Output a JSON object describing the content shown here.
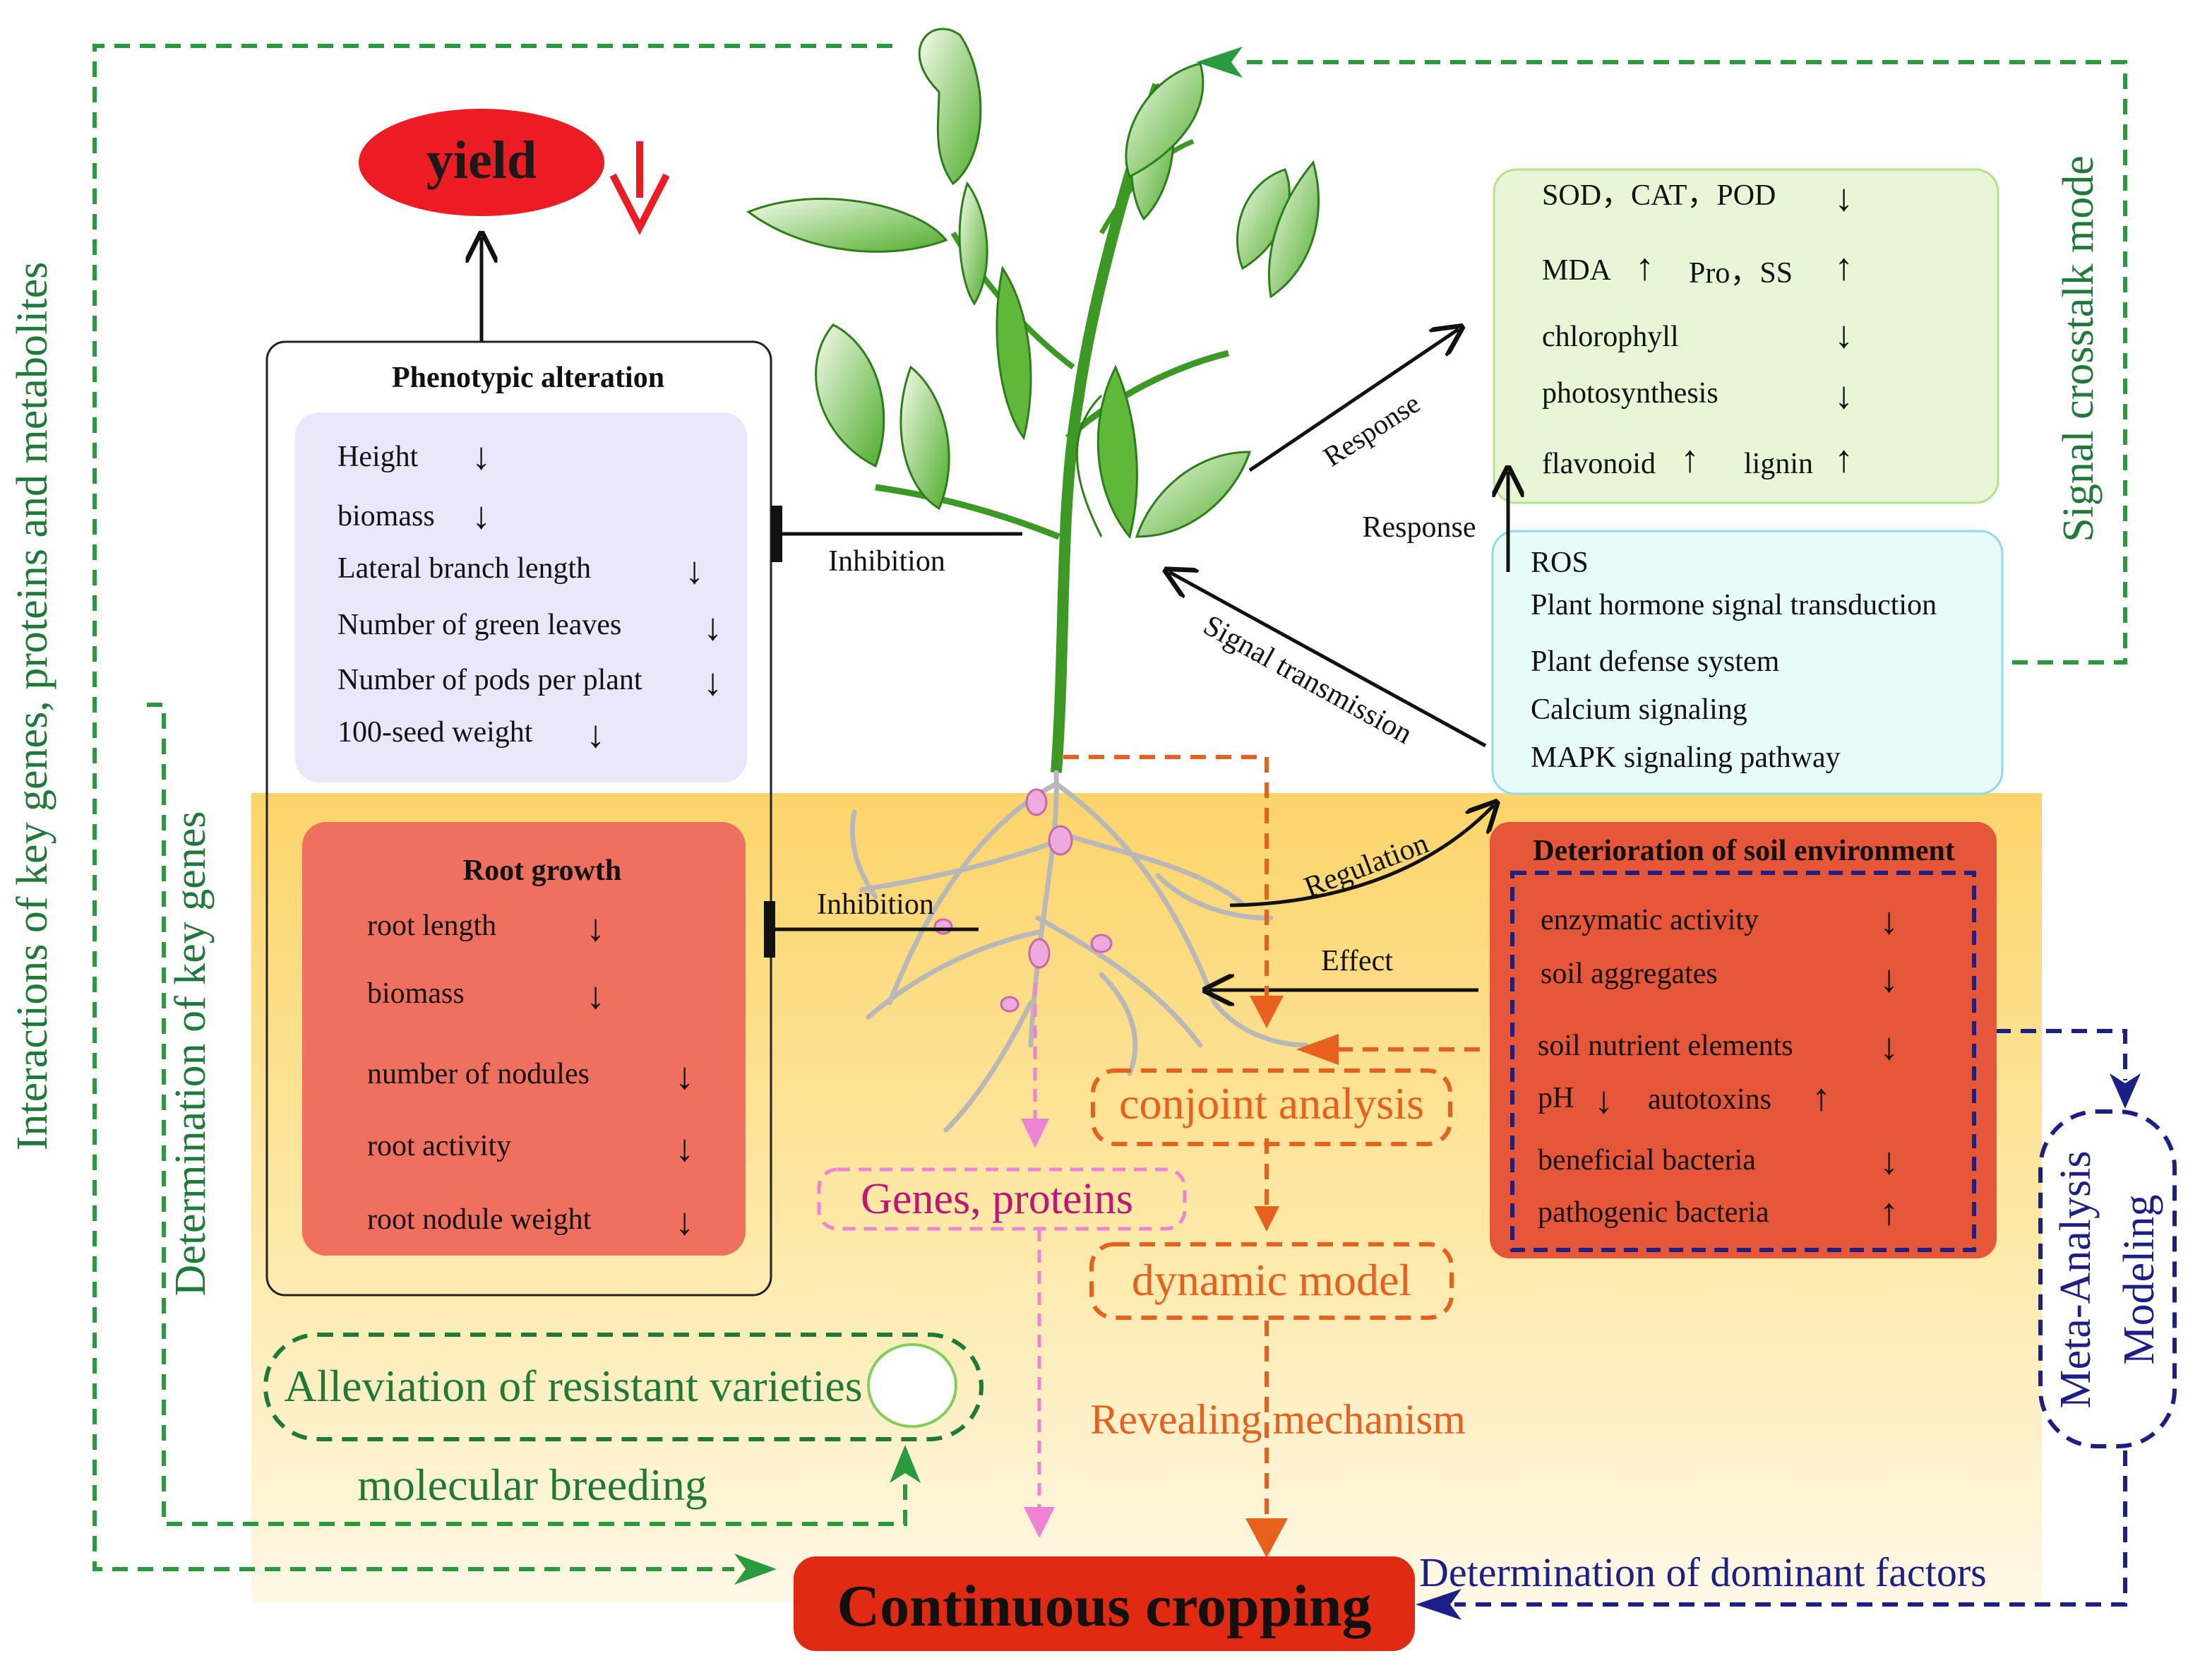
{
  "yield": {
    "label": "yield"
  },
  "phenotypic": {
    "title": "Phenotypic alteration",
    "items": [
      {
        "label": "Height",
        "trend": "↓"
      },
      {
        "label": "biomass",
        "trend": "↓"
      },
      {
        "label": "Lateral branch length",
        "trend": "↓"
      },
      {
        "label": "Number of green leaves",
        "trend": "↓"
      },
      {
        "label": "Number of pods per plant",
        "trend": "↓"
      },
      {
        "label": "100-seed weight",
        "trend": "↓"
      }
    ]
  },
  "root_growth": {
    "title": "Root growth",
    "items": [
      {
        "label": "root length",
        "trend": "↓"
      },
      {
        "label": "biomass",
        "trend": "↓"
      },
      {
        "label": "number of nodules",
        "trend": "↓"
      },
      {
        "label": "root activity",
        "trend": "↓"
      },
      {
        "label": "root nodule weight",
        "trend": "↓"
      }
    ]
  },
  "physiology": {
    "row1": {
      "text": "SOD，CAT，POD",
      "trend": "↓"
    },
    "row2a": {
      "text": "MDA",
      "trend": "↑"
    },
    "row2b": {
      "text": "Pro，SS",
      "trend": "↑"
    },
    "row3": {
      "text": "chlorophyll",
      "trend": "↓"
    },
    "row4": {
      "text": "photosynthesis",
      "trend": "↓"
    },
    "row5a": {
      "text": "flavonoid",
      "trend": "↑"
    },
    "row5b": {
      "text": "lignin",
      "trend": "↑"
    }
  },
  "signaling": {
    "items": [
      "ROS",
      "Plant hormone signal transduction",
      "Plant defense system",
      "Calcium signaling",
      "MAPK signaling pathway"
    ]
  },
  "soil": {
    "title": "Deterioration of soil environment",
    "row1": {
      "text": "enzymatic activity",
      "trend": "↓"
    },
    "row2": {
      "text": "soil aggregates",
      "trend": "↓"
    },
    "row3": {
      "text": "soil nutrient elements",
      "trend": "↓"
    },
    "row4a": {
      "text": "pH",
      "trend": "↓"
    },
    "row4b": {
      "text": "autotoxins",
      "trend": "↑"
    },
    "row5": {
      "text": "beneficial bacteria",
      "trend": "↓"
    },
    "row6": {
      "text": "pathogenic bacteria",
      "trend": "↑"
    }
  },
  "arrow_labels": {
    "inhibition_top": "Inhibition",
    "inhibition_root": "Inhibition",
    "response_diag": "Response",
    "response_vert": "Response",
    "signal_transmission": "Signal transmission",
    "regulation": "Regulation",
    "effect": "Effect"
  },
  "analysis": {
    "conjoint": "conjoint analysis",
    "genes_proteins": "Genes, proteins",
    "dynamic_model": "dynamic model",
    "revealing": "Revealing mechanism"
  },
  "breeding": {
    "alleviation": "Alleviation of resistant varieties",
    "molecular": "molecular breeding"
  },
  "side_labels": {
    "interactions": "Interactions of key genes, proteins and metabolites",
    "key_genes": "Determination of key genes",
    "crosstalk": "Signal crosstalk mode",
    "meta_analysis": "Meta-Analysis",
    "modeling": "Modeling",
    "dominant": "Determination of dominant factors"
  },
  "center": {
    "label": "Continuous cropping"
  },
  "colors": {
    "green_dash": "#2a9a3e",
    "green_text": "#1f7a3a",
    "navy": "#1c1f86",
    "orange": "#e8601e",
    "pink": "#ee82d4",
    "magenta_text": "#c0147a",
    "yield_red": "#ec1c24",
    "center_red": "#e02a12",
    "soil_red": "#e6573a",
    "root_red": "#f07060",
    "lavender": "#ebe7fb",
    "light_green": "#e7f7d6",
    "light_cyan": "#e6fbfa"
  }
}
